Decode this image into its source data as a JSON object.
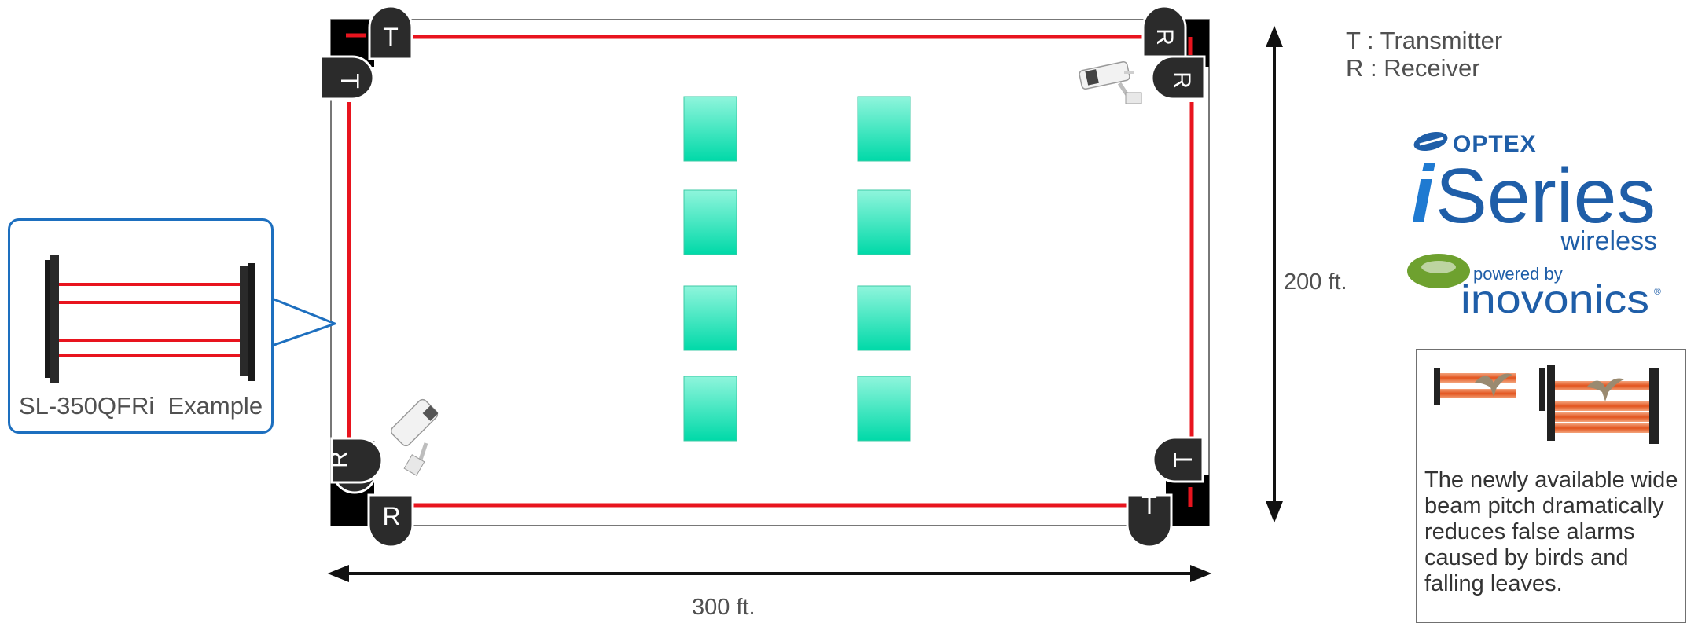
{
  "legend": {
    "transmitter": "T : Transmitter",
    "receiver": "R : Receiver"
  },
  "dimensions": {
    "width_label": "300 ft.",
    "height_label": "200 ft."
  },
  "sensor_letters": {
    "transmitter": "T",
    "receiver": "R"
  },
  "callout": {
    "caption": "SL-350QFRi  Example"
  },
  "logos": {
    "optex": "OPTEX",
    "iseries": "Series",
    "wireless": "wireless",
    "powered_by": "powered by",
    "inovonics": "inovonics"
  },
  "info_box": {
    "text": "The newly available wide beam pitch dramatically reduces false alarms caused by birds and falling leaves."
  },
  "colors": {
    "beam": "#e8141e",
    "sensor": "#2b2b2b",
    "container": "#1ee0b4",
    "callout_border": "#1d6fbf",
    "optex_blue": "#1f5ea8",
    "inovonics_green": "#6ea12f"
  },
  "icons": {
    "camera": "security-camera-icon",
    "bird": "bird-icon"
  }
}
